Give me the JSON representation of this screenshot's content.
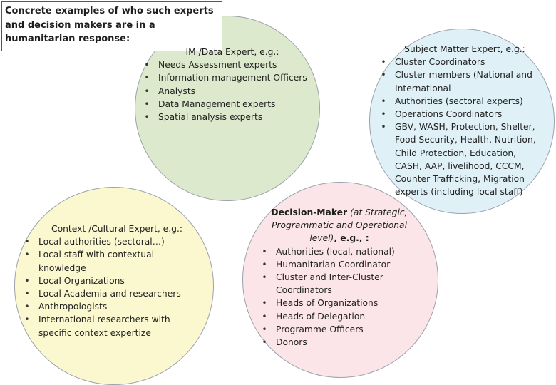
{
  "title": {
    "lines": [
      "Concrete examples of who such experts",
      "and decision makers are in a",
      "humanitarian response:"
    ]
  },
  "im": {
    "heading": "IM /Data Expert, e.g.:",
    "items": [
      "Needs Assessment experts",
      "Information management Officers",
      "Analysts",
      "Data Management experts",
      "Spatial analysis experts"
    ]
  },
  "sme": {
    "heading": "Subject Matter Expert, e.g.:",
    "items": [
      "Cluster Coordinators",
      "Cluster members (National and International",
      "Authorities (sectoral experts)",
      "Operations Coordinators",
      "GBV, WASH, Protection, Shelter, Food Security, Health, Nutrition, Child Protection, Education, CASH, AAP, livelihood, CCCM, Counter Trafficking, Migration experts (including local staff)"
    ]
  },
  "context": {
    "heading": "Context /Cultural Expert, e.g.:",
    "items": [
      "Local authorities (sectoral…)",
      "Local staff with contextual knowledge",
      "Local Organizations",
      "Local Academia and researchers",
      "Anthropologists",
      "International researchers with specific context expertize"
    ]
  },
  "decision": {
    "heading_bold": "Decision-Maker",
    "heading_italic": "(at Strategic, Programmatic and Operational level)",
    "heading_tail": ", e.g., :",
    "items": [
      "Authorities (local, national)",
      "Humanitarian Coordinator",
      "Cluster and Inter-Cluster Coordinators",
      "Heads of Organizations",
      "Heads of Delegation",
      "Programme Officers",
      "Donors"
    ]
  },
  "colors": {
    "im_circle": "#dde9cc",
    "sme_circle": "#dff0f7",
    "context_circle": "#fbf8cf",
    "decision_circle": "#fbe5e9",
    "title_border": "#b03030"
  }
}
